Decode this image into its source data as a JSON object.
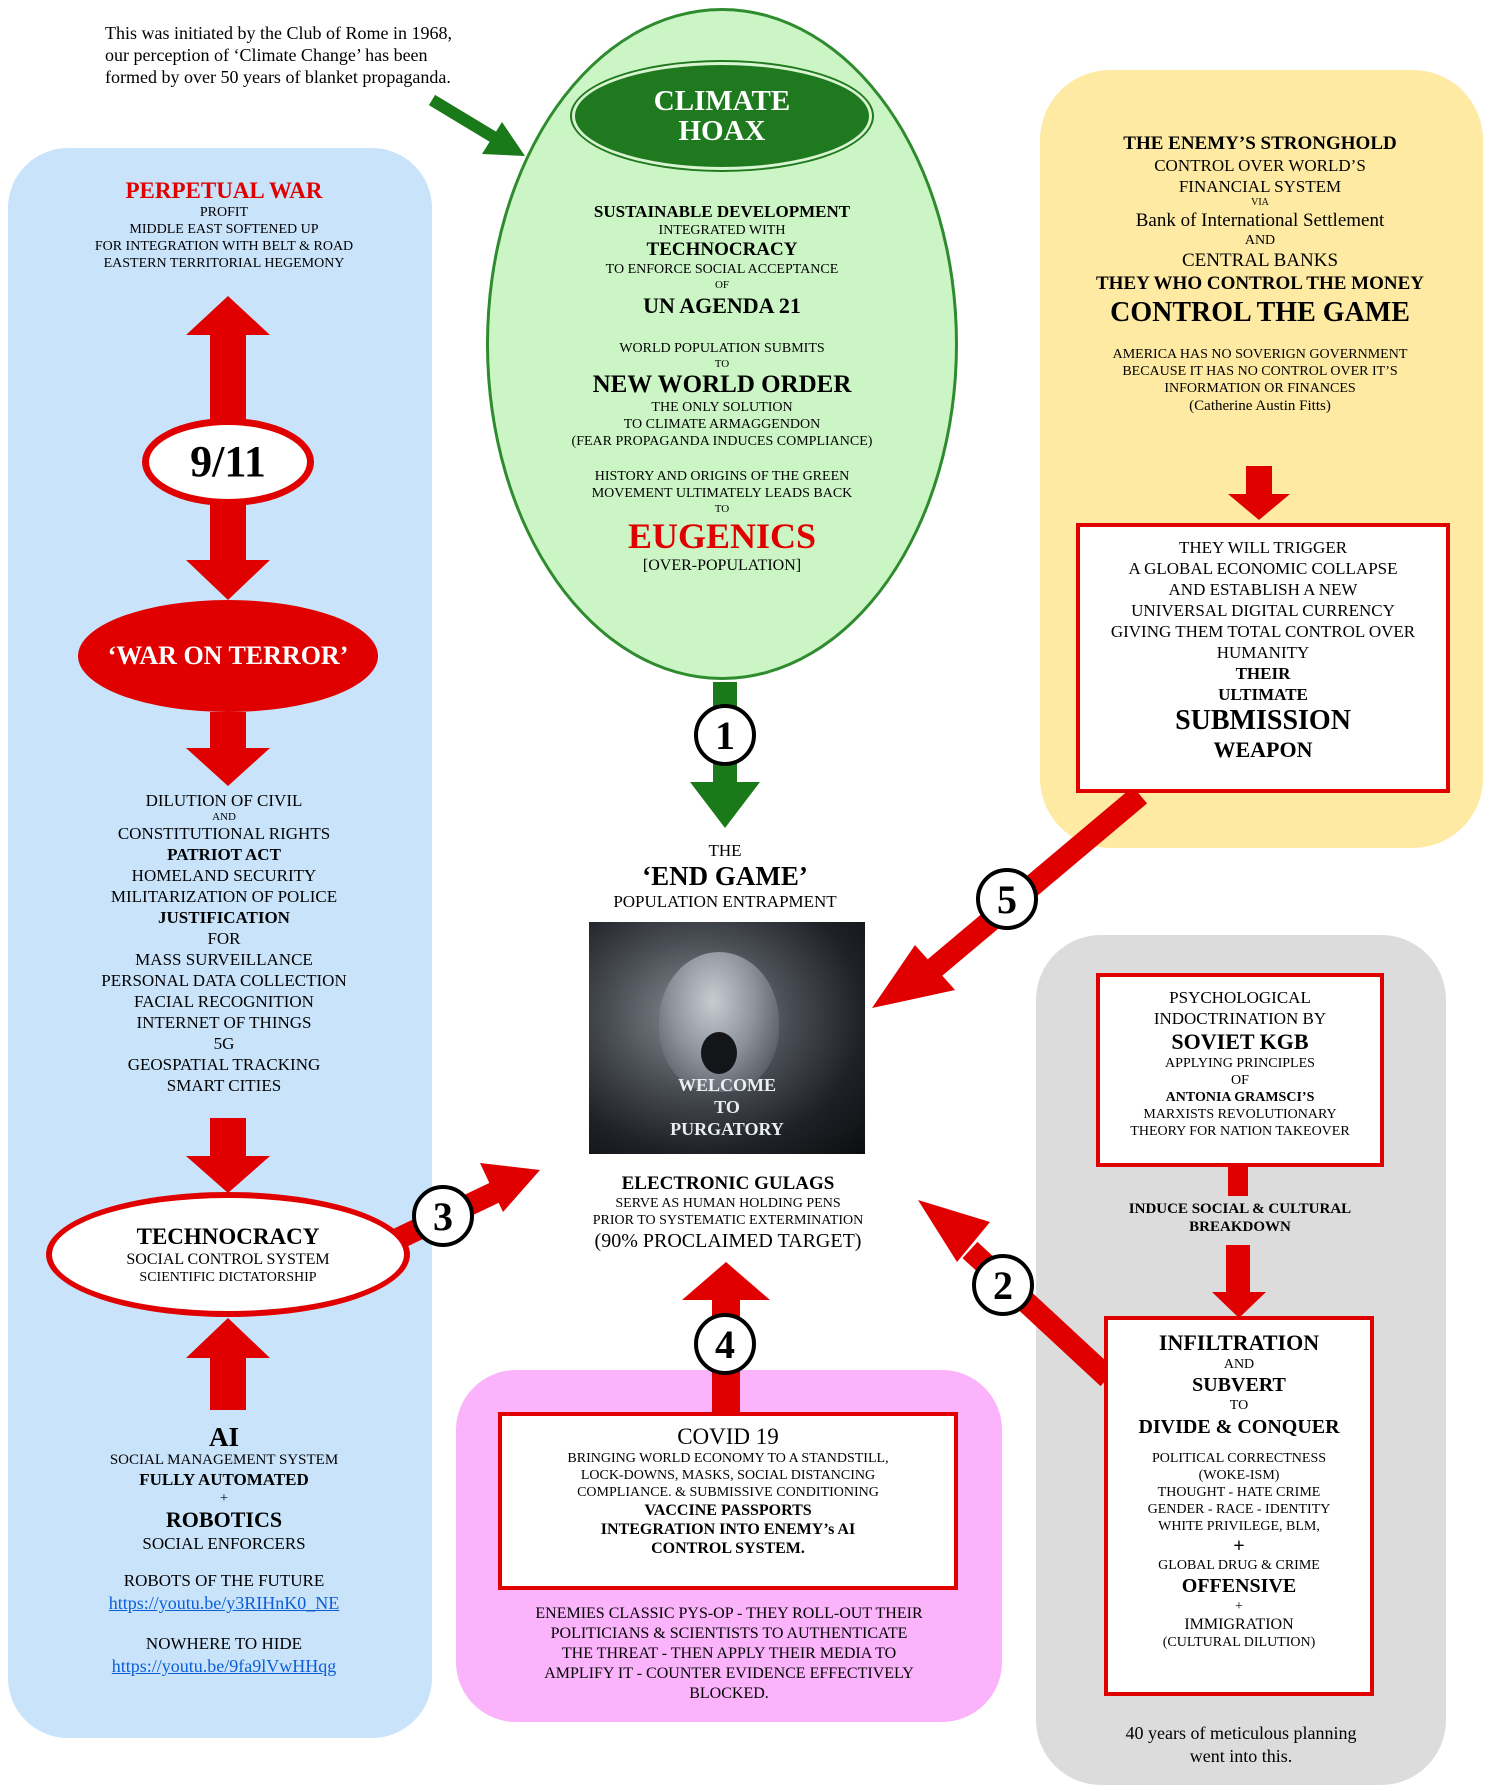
{
  "intro": {
    "line1": "This was initiated by the Club of Rome in 1968,",
    "line2": "our perception of ‘Climate Change’ has been",
    "line3": "formed by over 50 years of blanket propaganda."
  },
  "climate": {
    "title1": "CLIMATE",
    "title2": "HOAX",
    "l1": "SUSTAINABLE DEVELOPMENT",
    "l2": "INTEGRATED WITH",
    "l3": "TECHNOCRACY",
    "l4": "TO ENFORCE SOCIAL ACCEPTANCE",
    "l5": "OF",
    "l6": "UN AGENDA 21",
    "l7": "WORLD POPULATION SUBMITS",
    "l8": "TO",
    "l9": "NEW WORLD ORDER",
    "l10": "THE ONLY SOLUTION",
    "l11": "TO CLIMATE ARMAGGENDON",
    "l12": "(FEAR PROPAGANDA INDUCES COMPLIANCE)",
    "l13": "HISTORY AND ORIGINS OF THE GREEN",
    "l14": "MOVEMENT ULTIMATELY LEADS BACK",
    "l15": "TO",
    "l16": "EUGENICS",
    "l17": "[OVER-POPULATION]"
  },
  "left": {
    "war_title": "PERPETUAL WAR",
    "w1": "PROFIT",
    "w2": "MIDDLE EAST SOFTENED UP",
    "w3": "FOR INTEGRATION WITH BELT & ROAD",
    "w4": "EASTERN TERRITORIAL HEGEMONY",
    "nine_eleven": "9/11",
    "war_on_terror": "‘WAR ON TERROR’",
    "d1": "DILUTION OF CIVIL",
    "d2": "AND",
    "d3": "CONSTITUTIONAL RIGHTS",
    "d4": "PATRIOT ACT",
    "d5": "HOMELAND SECURITY",
    "d6": "MILITARIZATION OF POLICE",
    "d7": "JUSTIFICATION",
    "d8": "FOR",
    "d9": "MASS SURVEILLANCE",
    "d10": "PERSONAL DATA COLLECTION",
    "d11": "FACIAL RECOGNITION",
    "d12": "INTERNET OF THINGS",
    "d13": "5G",
    "d14": "GEOSPATIAL TRACKING",
    "d15": "SMART CITIES",
    "tech_title": "TECHNOCRACY",
    "tech1": "SOCIAL CONTROL SYSTEM",
    "tech2": "SCIENTIFIC DICTATORSHIP",
    "ai": "AI",
    "a1": "SOCIAL MANAGEMENT SYSTEM",
    "a2": "FULLY AUTOMATED",
    "a3": "+",
    "a4": "ROBOTICS",
    "a5": "SOCIAL ENFORCERS",
    "r1": "ROBOTS OF THE FUTURE",
    "link1": "https://youtu.be/y3RIHnK0_NE",
    "r2": "NOWHERE TO HIDE",
    "link2": "https://youtu.be/9fa9lVwHHqg"
  },
  "right_top": {
    "s1": "THE ENEMY’S STRONGHOLD",
    "s2": "CONTROL OVER WORLD’S",
    "s3": "FINANCIAL SYSTEM",
    "s4": "VIA",
    "s5": "Bank of International Settlement",
    "s6": "AND",
    "s7": "CENTRAL BANKS",
    "s8": "THEY WHO CONTROL THE MONEY",
    "s9": "CONTROL THE GAME",
    "s10": "AMERICA HAS NO SOVERIGN GOVERNMENT",
    "s11": "BECAUSE IT HAS NO CONTROL OVER IT’S",
    "s12": "INFORMATION OR FINANCES",
    "s13": "(Catherine Austin Fitts)",
    "b1": "THEY WILL TRIGGER",
    "b2": "A GLOBAL ECONOMIC COLLAPSE",
    "b3": "AND ESTABLISH A NEW",
    "b4": "UNIVERSAL DIGITAL CURRENCY",
    "b5": "GIVING THEM TOTAL CONTROL OVER",
    "b6": "HUMANITY",
    "b7": "THEIR",
    "b8": "ULTIMATE",
    "b9": "SUBMISSION",
    "b10": "WEAPON"
  },
  "center": {
    "c1": "THE",
    "c2": "‘END GAME’",
    "c3": "POPULATION ENTRAPMENT",
    "img1": "WELCOME",
    "img2": "TO",
    "img3": "PURGATORY",
    "g1": "ELECTRONIC GULAGS",
    "g2": "SERVE AS HUMAN HOLDING PENS",
    "g3": "PRIOR TO SYSTEMATIC EXTERMINATION",
    "g4": "(90% PROCLAIMED TARGET)"
  },
  "right_bottom": {
    "p1": "PSYCHOLOGICAL",
    "p2": "INDOCTRINATION BY",
    "p3": "SOVIET KGB",
    "p4": "APPLYING PRINCIPLES",
    "p5": "OF",
    "p6": "ANTONIA GRAMSCI’S",
    "p7": "MARXISTS REVOLUTIONARY",
    "p8": "THEORY FOR NATION TAKEOVER",
    "m1": "INDUCE SOCIAL & CULTURAL",
    "m2": "BREAKDOWN",
    "i1": "INFILTRATION",
    "i2": "AND",
    "i3": "SUBVERT",
    "i4": "TO",
    "i5": "DIVIDE & CONQUER",
    "i6": "POLITICAL CORRECTNESS",
    "i7": "(WOKE-ISM)",
    "i8": "THOUGHT - HATE CRIME",
    "i9": "GENDER - RACE - IDENTITY",
    "i10": "WHITE PRIVILEGE, BLM,",
    "i11": "+",
    "i12": "GLOBAL DRUG & CRIME",
    "i13": "OFFENSIVE",
    "i14": "+",
    "i15": "IMMIGRATION",
    "i16": "(CULTURAL DILUTION)",
    "f1": "40 years of meticulous planning",
    "f2": "went into this."
  },
  "covid": {
    "c1": "COVID 19",
    "c2": "BRINGING WORLD ECONOMY TO A STANDSTILL,",
    "c3": "LOCK-DOWNS, MASKS, SOCIAL DISTANCING",
    "c4": "COMPLIANCE. & SUBMISSIVE CONDITIONING",
    "c5": "VACCINE PASSPORTS",
    "c6": "INTEGRATION INTO ENEMY’s AI",
    "c7": "CONTROL SYSTEM.",
    "e1": "ENEMIES CLASSIC PYS-OP - THEY ROLL-OUT THEIR",
    "e2": "POLITICIANS & SCIENTISTS TO AUTHENTICATE",
    "e3": "THE THREAT - THEN APPLY THEIR MEDIA TO",
    "e4": "AMPLIFY IT - COUNTER EVIDENCE EFFECTIVELY",
    "e5": "BLOCKED."
  },
  "numbers": {
    "n1": "1",
    "n2": "2",
    "n3": "3",
    "n4": "4",
    "n5": "5"
  },
  "colors": {
    "blue_panel": "#c9e3fb",
    "green_ellipse": "#ccf5c6",
    "green_dark": "#1f7a1f",
    "yellow_panel": "#feeaa2",
    "grey_panel": "#dcdcdc",
    "pink_panel": "#fbb3fb",
    "red": "#e00000"
  }
}
